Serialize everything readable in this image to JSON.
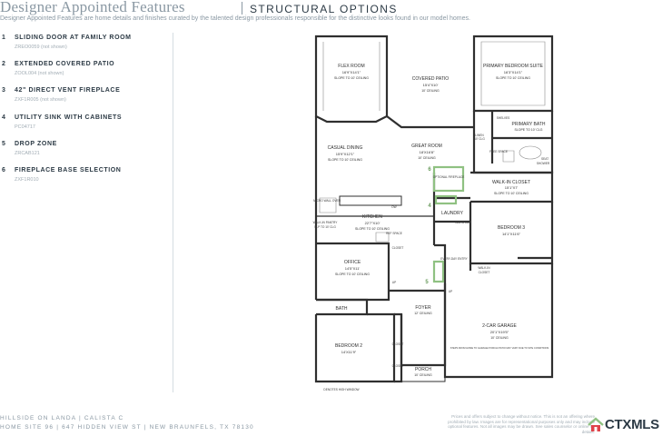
{
  "header": {
    "title": "Designer Appointed Features",
    "section": "STRUCTURAL OPTIONS",
    "subtitle": "Designer Appointed Features are home details and finishes curated by the talented design professionals responsible for the distinctive looks found in our model homes."
  },
  "features": [
    {
      "number": "1",
      "name": "SLIDING DOOR AT FAMILY ROOM",
      "code": "ZREO0059 (not shown)"
    },
    {
      "number": "2",
      "name": "EXTENDED COVERED PATIO",
      "code": "ZOOL004 (not shown)"
    },
    {
      "number": "3",
      "name": "42\" DIRECT VENT FIREPLACE",
      "code": "ZXF1R005 (not shown)"
    },
    {
      "number": "4",
      "name": "UTILITY SINK WITH CABINETS",
      "code": "PC04717"
    },
    {
      "number": "5",
      "name": "DROP ZONE",
      "code": "ZRCAB121"
    },
    {
      "number": "6",
      "name": "FIREPLACE BASE SELECTION",
      "code": "ZXF1R010"
    }
  ],
  "floorplan": {
    "rooms": [
      {
        "name": "FLEX ROOM",
        "dims": "16'9\"X14'1\"",
        "note": "SLOPE TO 10' CEILING"
      },
      {
        "name": "COVERED PATIO",
        "dims": "15'4\"X10'",
        "note": "10' CEILING"
      },
      {
        "name": "PRIMARY BEDROOM SUITE",
        "dims": "16'3\"X14'1\"",
        "note": "SLOPE TO 10' CEILING"
      },
      {
        "name": "PRIMARY BATH",
        "dims": "",
        "note": "SLOPE TO 10' CLG"
      },
      {
        "name": "CASUAL DINING",
        "dims": "15'9\"X12'1\"",
        "note": "SLOPE TO 10' CEILING"
      },
      {
        "name": "GREAT ROOM",
        "dims": "18'X16'8\"",
        "note": "10' CEILING"
      },
      {
        "name": "WALK-IN CLOSET",
        "dims": "15'1\"X7'",
        "note": "SLOPE TO 10' CEILING"
      },
      {
        "name": "KITCHEN",
        "dims": "22'7\"X10'",
        "note": "SLOPE TO 10' CEILING"
      },
      {
        "name": "LAUNDRY",
        "dims": "",
        "note": ""
      },
      {
        "name": "BEDROOM 3",
        "dims": "14'1\"X11'6\"",
        "note": ""
      },
      {
        "name": "OFFICE",
        "dims": "14'5\"X11'",
        "note": "SLOPE TO 10' CEILING"
      },
      {
        "name": "BATH",
        "dims": "",
        "note": ""
      },
      {
        "name": "FOYER",
        "dims": "",
        "note": "12' CEILING"
      },
      {
        "name": "2-CAR GARAGE",
        "dims": "20'1\"X19'5\"",
        "note": "10' CEILING"
      },
      {
        "name": "BEDROOM 2",
        "dims": "14'X11'9\"",
        "note": ""
      },
      {
        "name": "PORCH",
        "dims": "",
        "note": "10' CEILING"
      }
    ],
    "labels": {
      "shelves": "SHELVES",
      "linen": "LINEN",
      "linen_sub": "10' CLG",
      "free_space": "FREE SPACE",
      "seat": "SEAT",
      "shower": "SHOWER",
      "optional_fireplace": "OPTIONAL FIREPLACE",
      "micro_wall_oven": "MICRO WALL OVEN",
      "dw": "DW",
      "walk_in_pantry": "WALK-IN PANTRY",
      "pantry_clg": "SLP TO 10' CLG",
      "ref_space": "REF SPACE",
      "wash_space": "W/D SPACE",
      "walk_in": "WALK-IN",
      "closet": "CLOSET",
      "up": "UP",
      "drop_zone": "EVERY-DAY ENTRY",
      "garage_note": "STEPS FROM HOME TO GARAGE/ PORCH/ PATIO MAY VARY DUE TO SITE CONDITIONS",
      "window_note": "DENOTES HIGH WINDOW"
    },
    "markers": [
      "4",
      "5",
      "6"
    ]
  },
  "footer": {
    "line1": "HILLSIDE ON LANDA  |  CALISTA C",
    "line2": "HOME SITE 96  |  647 HIDDEN VIEW ST  |  NEW BRAUNFELS, TX 78130",
    "disclaimer": "Prices and offers subject to change without notice. This is not an offering where prohibited by law. Images are for representational purposes only and may include optional features. Not all images may be drawn. See sales counselor or online for details."
  },
  "logo": {
    "text": "CTXMLS"
  },
  "colors": {
    "accent_green": "#8fc182",
    "wall": "#2f2f2f",
    "muted": "#8a98a3"
  }
}
